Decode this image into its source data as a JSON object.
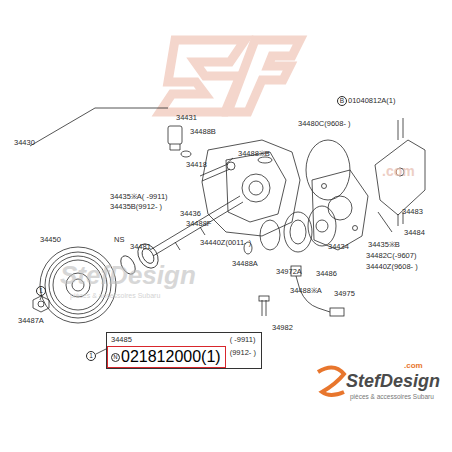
{
  "diagram": {
    "nodes": [
      {
        "text": [
          "34485",
          "( -9911)",
          "(9912- )"
        ]
      },
      {
        "text": [
          "N",
          "021812000(1)"
        ],
        "in": 0
      }
    ],
    "labels": [
      "34431",
      "34488B",
      "34430",
      "34418",
      "34488※B",
      "34480C(9608- )",
      "B",
      "01040812A(1)",
      "34435※A( -9911)",
      "34435B(9912- )",
      "34436",
      "34488F",
      "34440Z(0011- )",
      "34450",
      "NS",
      "34481",
      "34483",
      "34484",
      "34435※B",
      "34482C(-9607)",
      "34440Z(9608- )",
      "34434",
      "34486",
      "34972A",
      "34488A",
      "34488※A",
      "34975",
      "34982",
      "1",
      "34487A",
      "1",
      "StefDesign",
      ".com",
      "pièces & accessoires Subaru",
      "StefDesign",
      ".com",
      "pièces & accessoires Subaru"
    ]
  }
}
